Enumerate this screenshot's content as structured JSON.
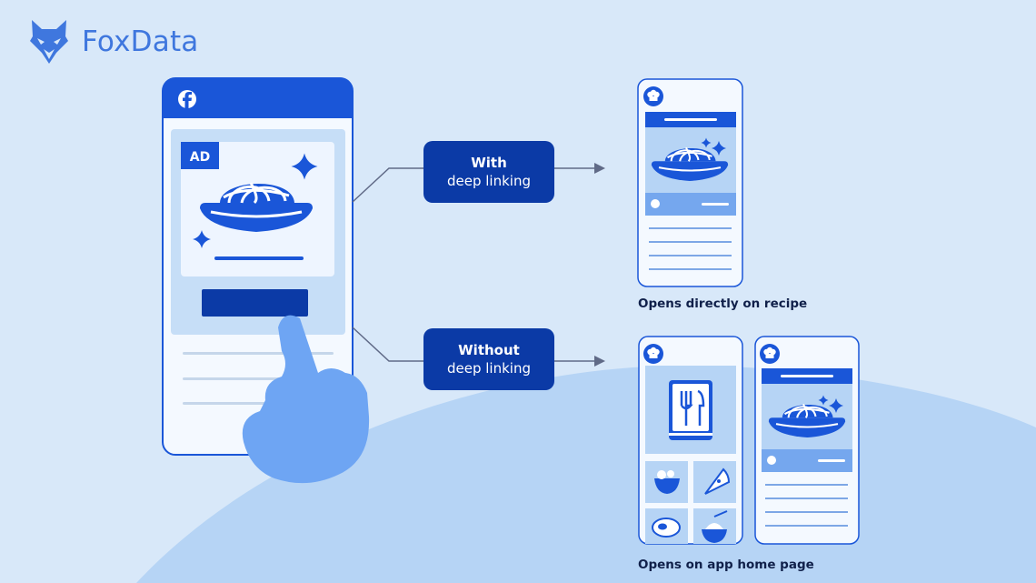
{
  "brand": {
    "name": "FoxData"
  },
  "ad": {
    "badge": "AD"
  },
  "paths": {
    "with": {
      "line1": "With",
      "line2": "deep linking",
      "caption": "Opens directly on recipe"
    },
    "without": {
      "line1": "Without",
      "line2": "deep linking",
      "caption": "Opens on app home page"
    }
  },
  "icons": {
    "logo": "fox-head-icon",
    "source": "facebook-icon",
    "app": "chef-hat-icon",
    "recipe": "spaghetti-bowl-icon",
    "hand": "pointing-hand-icon",
    "book": "cookbook-icon"
  },
  "colors": {
    "background": "#d8e8f9",
    "blob": "#b6d4f5",
    "brand_blue": "#1a56d8",
    "pill": "#0b3aa6",
    "hand": "#6ea5f3"
  }
}
